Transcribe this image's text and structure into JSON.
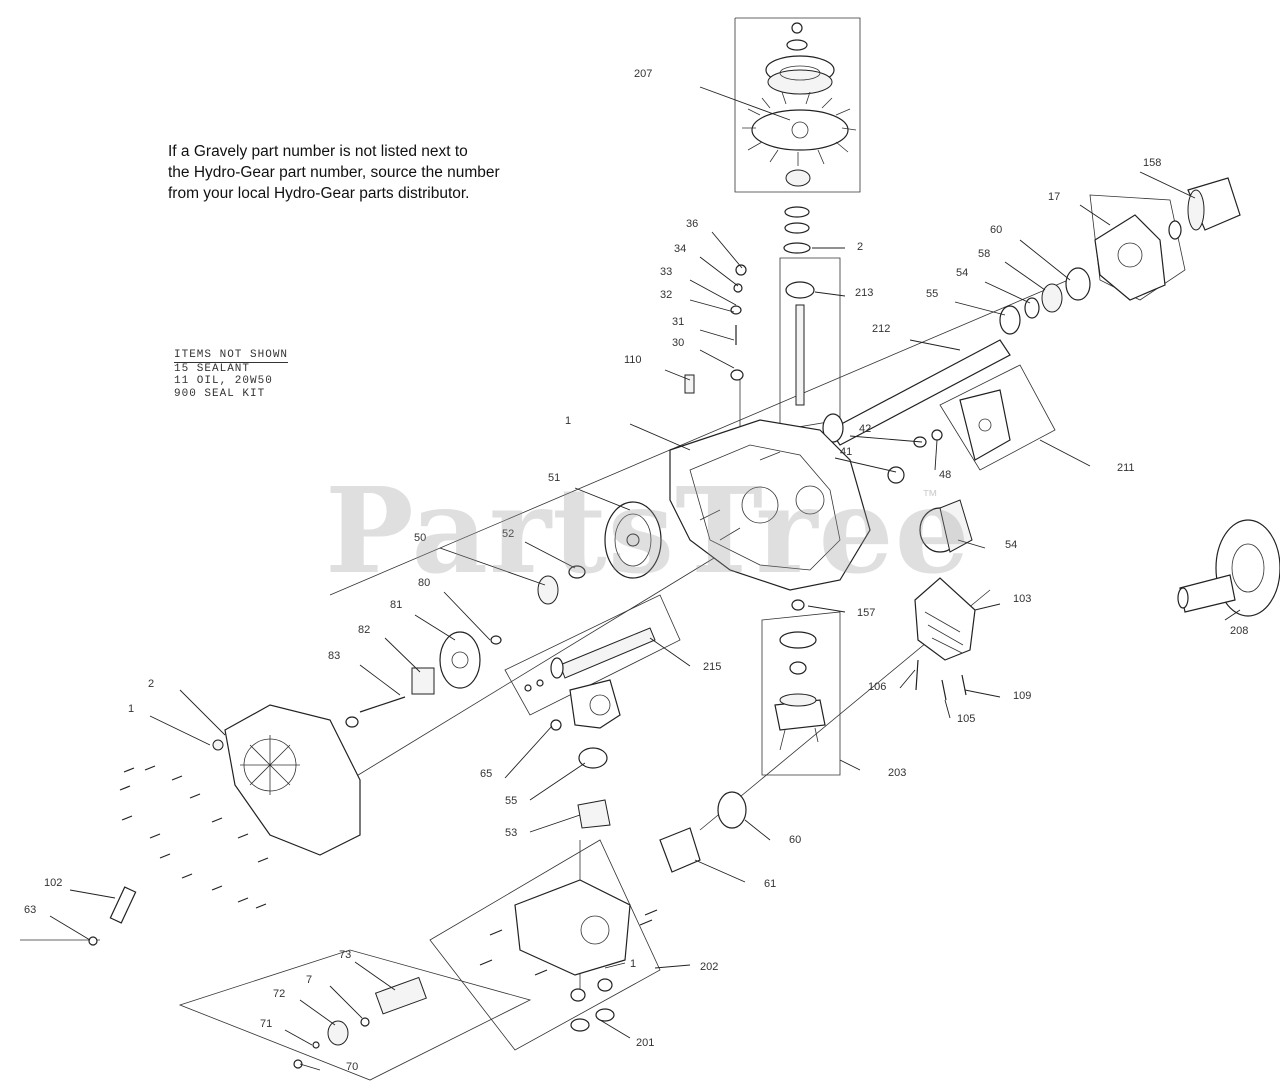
{
  "note": {
    "line1": "If a Gravely part number is not listed next to",
    "line2": "the Hydro-Gear part number, source the number",
    "line3": "from your local Hydro-Gear parts distributor."
  },
  "items_not_shown": {
    "header": "ITEMS NOT SHOWN",
    "line1": "15  SEALANT",
    "line2": "11  OIL, 20W50",
    "line3": "900 SEAL KIT"
  },
  "watermark": {
    "text": "PartsTree",
    "tm": "™"
  },
  "callouts": [
    "207",
    "158",
    "17",
    "60",
    "58",
    "54",
    "55",
    "212",
    "36",
    "34",
    "33",
    "32",
    "31",
    "30",
    "2",
    "213",
    "42",
    "41",
    "48",
    "211",
    "1",
    "51",
    "50",
    "52",
    "54",
    "110",
    "157",
    "103",
    "208",
    "203",
    "106",
    "105",
    "109",
    "80",
    "81",
    "82",
    "83",
    "2",
    "1",
    "215",
    "65",
    "55",
    "53",
    "60",
    "61",
    "202",
    "1",
    "201",
    "70",
    "71",
    "72",
    "73",
    "7",
    "102",
    "63"
  ]
}
